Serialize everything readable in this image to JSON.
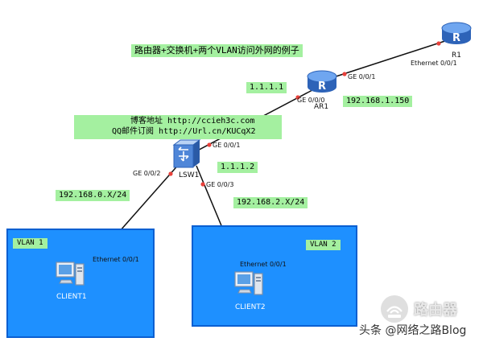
{
  "title": "路由器+交换机+两个VLAN访问外网的例子",
  "blog_note": {
    "line1": "博客地址 http://ccieh3c.com",
    "line2": "QQ邮件订阅 http://Url.cn/KUCqX2"
  },
  "devices": {
    "r1": {
      "label": "R1",
      "icon": "router-icon"
    },
    "ar1": {
      "label": "AR1",
      "icon": "router-icon"
    },
    "lsw1": {
      "label": "LSW1",
      "icon": "l3-switch-icon"
    },
    "client1": {
      "label": "CLIENT1",
      "icon": "pc-icon"
    },
    "client2": {
      "label": "CLIENT2",
      "icon": "pc-icon"
    }
  },
  "ports": {
    "r1_eth": "Ethernet 0/0/1",
    "ar1_ge001": "GE 0/0/1",
    "ar1_ge000": "GE 0/0/0",
    "lsw1_ge001": "GE 0/0/1",
    "lsw1_ge002": "GE 0/0/2",
    "lsw1_ge003": "GE 0/0/3",
    "client1_eth": "Ethernet 0/0/1",
    "client2_eth": "Ethernet 0/0/1"
  },
  "addresses": {
    "ar1_ge000_ip": "1.1.1.1",
    "ar1_r1_subnet": "192.168.1.150",
    "lsw1_ip": "1.1.1.2",
    "vlan1_subnet": "192.168.0.X/24",
    "vlan2_subnet": "192.168.2.X/24"
  },
  "vlans": {
    "vlan1": "VLAN 1",
    "vlan2": "VLAN 2"
  },
  "watermark": {
    "text": "头条 @网络之路Blog",
    "logo_text": "路由器"
  },
  "colors": {
    "vlan_area": "#1e90ff",
    "note_bg": "#a4f0a0",
    "link": "#111111",
    "port_dot": "#e8413b"
  }
}
